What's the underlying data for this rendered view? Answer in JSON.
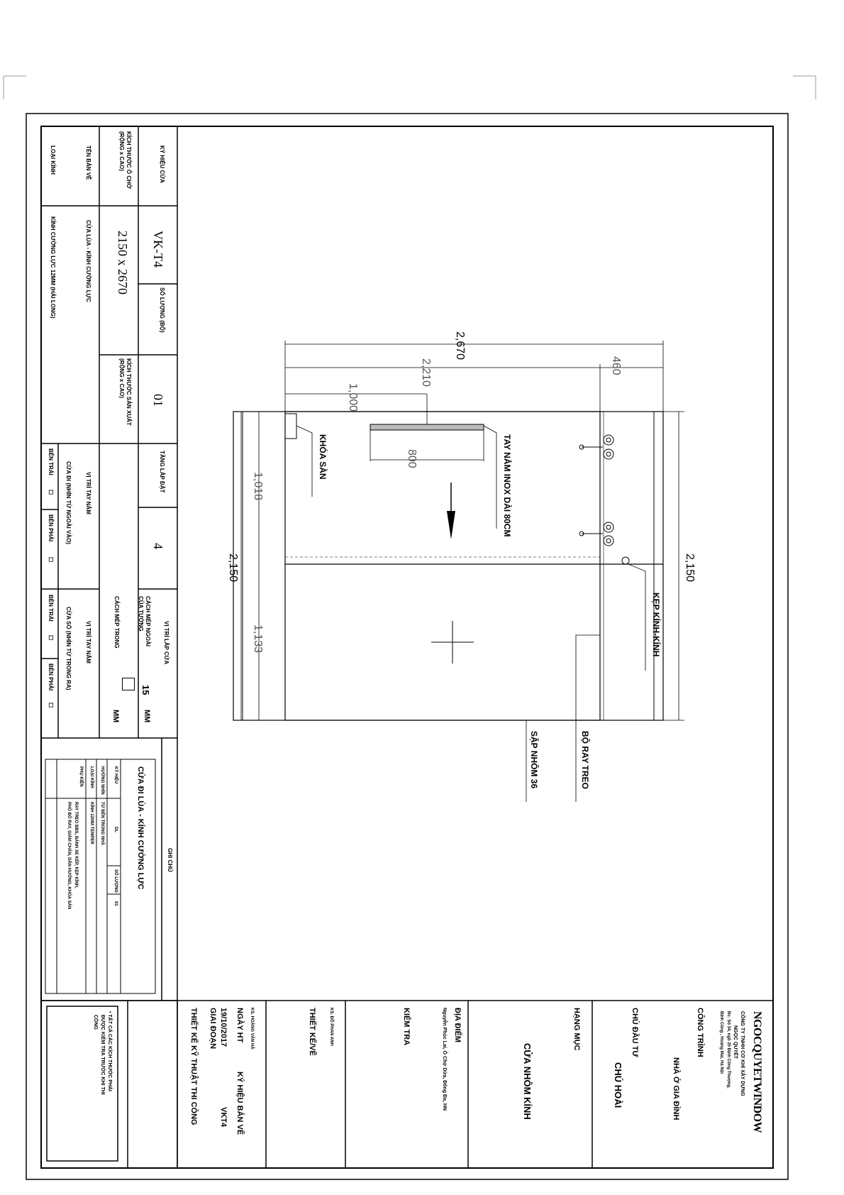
{
  "titleblock": {
    "logo": "NGOCQUYETWINDOW",
    "company": "CÔNG TY TNHH CƠ KHÍ XÂY DỰNG",
    "company_name": "NGỌC QUYẾT",
    "address_1": "Đc: Số 34, ngõ 20 Định Công Thượng,",
    "address_2": "Định Công , Hoàng Mai, Hà Nội",
    "project_label": "CÔNG TRÌNH",
    "project_value": "NHÀ Ở GIA ĐÌNH",
    "owner_label": "CHỦ ĐẦU TƯ",
    "owner_value": "CHÚ HOÀI",
    "category_label": "HẠNG MỤC",
    "category_value": "CỬA NHÔM KÍNH",
    "location_label": "ĐỊA ĐIỂM",
    "location_value": "Nguyễn Phúc Lai, Ô Chợ Dừa, Đống Đa, HN",
    "check_label": "KIỂM TRA",
    "check_person": "KS. ĐỖ PHAN ANH",
    "design_label": "THIẾT KẾ/VẼ",
    "design_person": "KS. HOÀNG VĂN HÀ",
    "date_label": "NGÀY HT",
    "drawing_code_label": "KÝ HIỆU BẢN VẼ",
    "date_value": "19/10/2017",
    "drawing_code_value": "VKT4",
    "phase_label": "GIAI ĐOẠN",
    "phase_value": "THIẾT KẾ KỸ THUẬT THI CÔNG",
    "note_1": "• TẤT CẢ CÁC KÍCH THƯỚC PHẢI",
    "note_2": "ĐƯỢC KIỂM TRA TRƯỚC KHI THI",
    "note_3": "CÔNG"
  },
  "specs": {
    "door_code_label": "KÝ HIỆU CỬA",
    "door_code_value": "VK-T4",
    "quantity_label": "SỐ LƯỢNG (BỘ)",
    "quantity_value": "01",
    "floor_label": "TẦNG LẮP ĐẶT",
    "floor_value": "4",
    "opening_size_label_1": "KÍCH THƯỚC Ô CHỜ",
    "opening_size_label_2": "(RỘNG x CAO)",
    "opening_size_value": "2150 x 2670",
    "prod_size_label_1": "KÍCH THƯỚC SẢN XUẤT",
    "prod_size_label_2": "(RỘNG x CAO)",
    "drawing_name_label": "TÊN BẢN VẼ",
    "drawing_name_value": "CỬA LÙA - KÍNH CƯỜNG LỰC",
    "glass_label": "LOẠI KÍNH",
    "glass_value": "KÍNH CƯỜNG LỰC 12MM (HẢI LONG)",
    "handle_pos_title": "VỊ TRÍ TAY NẮM",
    "out_door_title": "CỬA ĐI (NHÌN TỪ NGOÀI VÀO)",
    "left_side": "BÊN TRÁI",
    "right_side": "BÊN PHẢI",
    "window_title": "CỬA SỔ (NHÌN TỪ TRONG RA)",
    "install_title": "VỊ TRÍ LẮP CỬA",
    "outer_edge": "CÁCH MÉP NGOÀI",
    "of_wall": "CỦA TƯỜNG",
    "inner_edge": "CÁCH MÉP TRONG",
    "outer_value": "15",
    "unit_mm": "MM",
    "notes_title": "GHI CHÚ",
    "notes_door": "CỬA ĐI LÙA - KÍNH CƯỜNG LỰC",
    "notes_code_label": "KÝ HIỆU",
    "notes_code_value": "DL",
    "notes_qty_label": "SỐ LƯỢNG",
    "notes_qty_value": "01",
    "notes_view_label": "HƯỚNG NHÌN",
    "notes_view_value": "TỪ BÊN TRONG NHÀ",
    "notes_glass_label": "LOẠI KÍNH",
    "notes_glass_value": "KÍNH 12MM TEMPER",
    "notes_acc_label": "PHỤ KIỆN",
    "notes_acc_value_1": "RAY TREO BBS, BÁNH XE KÉP, KẸP KÍNH,",
    "notes_acc_value_2": "PHÔ BỐ RAY, GIẢM CHẤN, DẪN HƯỚNG, KHÓA SÀN"
  },
  "drawing": {
    "dim_total_width": "2,670",
    "dim_panel_width": "2,210",
    "dim_right": "460",
    "dim_handle_offset": "1,000",
    "dim_handle_len": "800",
    "dim_height_left": "2,150",
    "dim_height_right": "2,150",
    "dim_upper": "1,018",
    "dim_lower": "1,133",
    "label_floor_lock": "KHÓA SÀN",
    "label_handle": "TAY NẮM INOX DÀI 80CM",
    "label_clamp": "KẸP KÍNH-KÍNH",
    "label_rail": "BỘ RAY TREO",
    "label_sill": "SẬP NHÔM 36"
  }
}
